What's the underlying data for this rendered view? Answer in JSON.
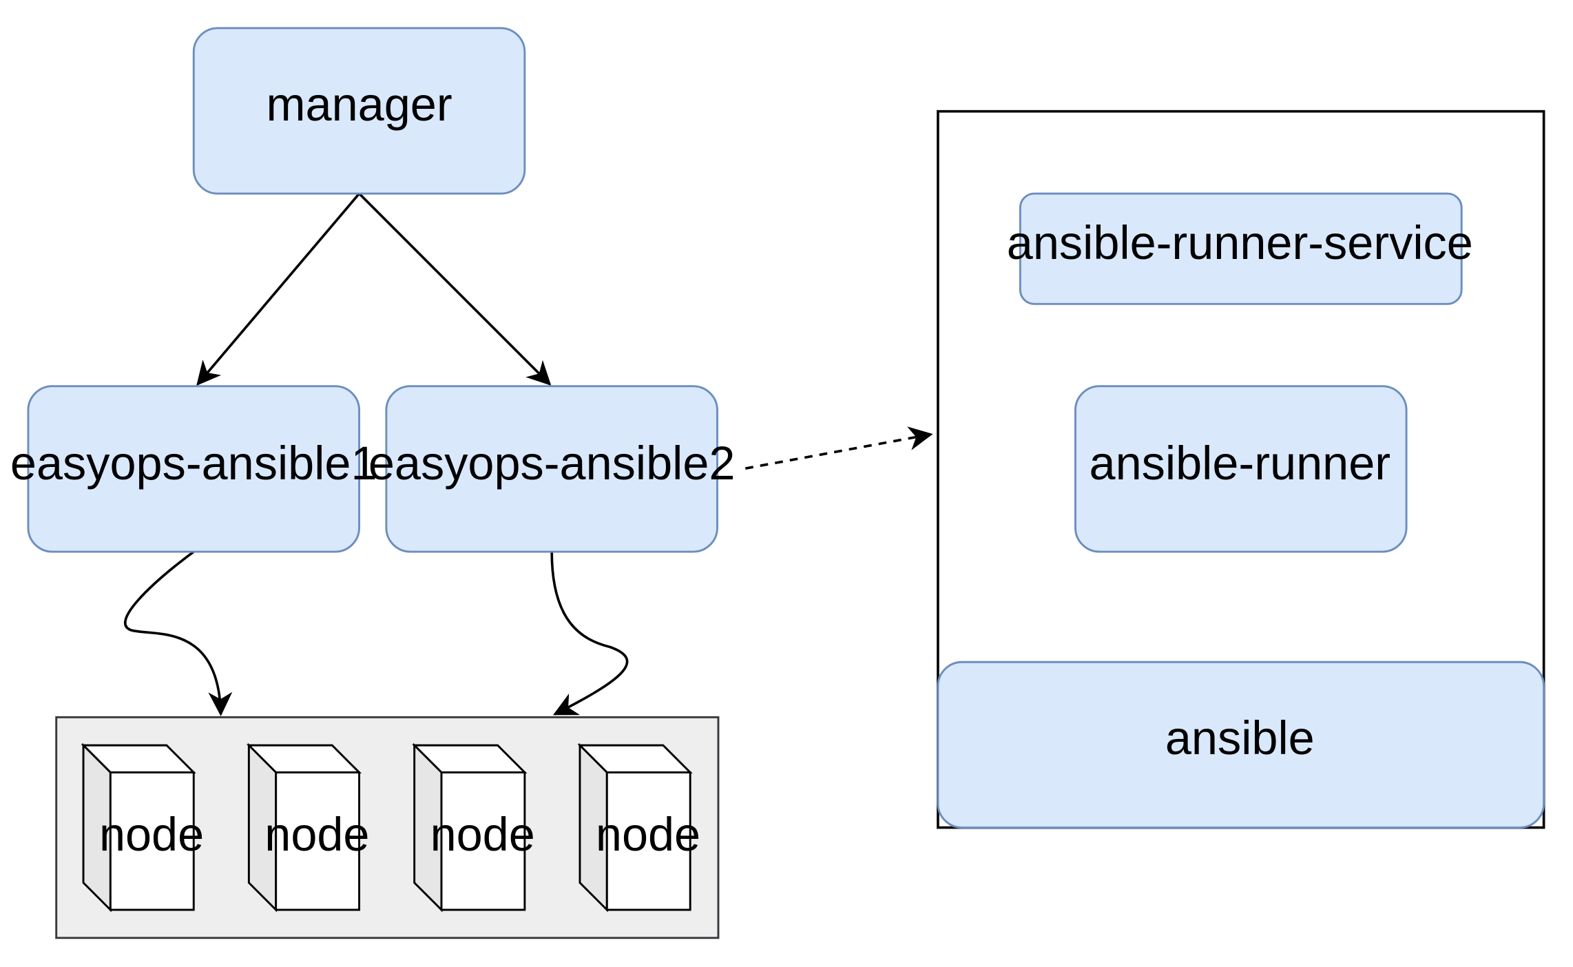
{
  "nodes": {
    "manager": "manager",
    "easyops_ansible1": "easyops-ansible1",
    "easyops_ansible2": "easyops-ansible2",
    "ansible_runner_service": "ansible-runner-service",
    "ansible_runner": "ansible-runner",
    "ansible": "ansible",
    "servers": [
      "node",
      "node",
      "node",
      "node"
    ]
  },
  "colors": {
    "box_fill": "#dae8fc",
    "box_stroke": "#6c8ebf",
    "group_fill": "#eeeeee",
    "group_stroke": "#36393d",
    "server_front": "#ffffff",
    "server_side": "#e6e6e6",
    "edge": "#000000"
  }
}
